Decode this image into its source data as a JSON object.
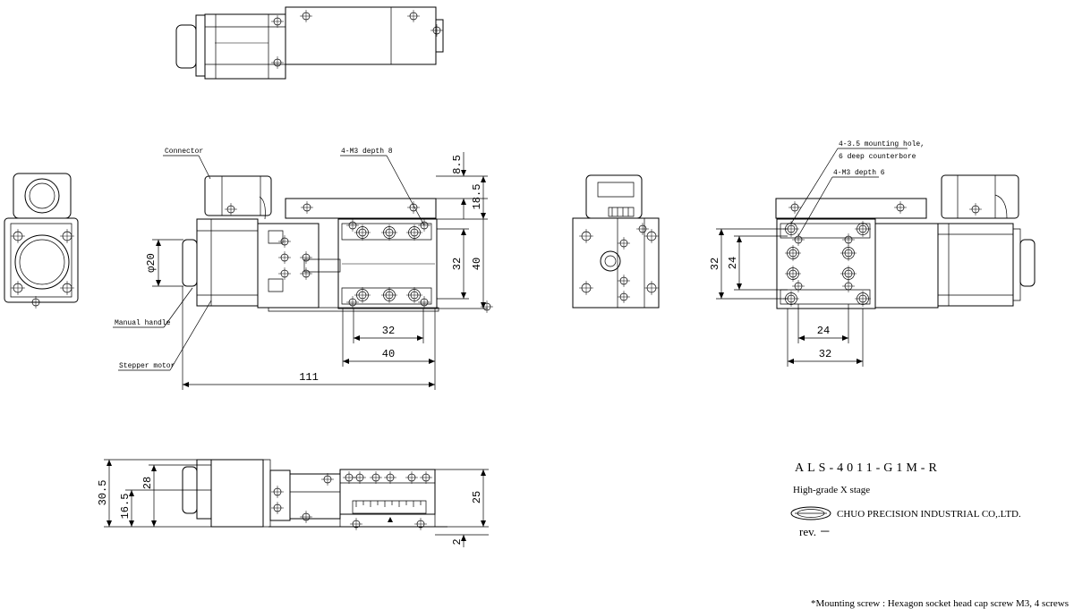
{
  "dimensions": {
    "d_8_5": "8.5",
    "d_18_5": "18.5",
    "d_32_front_v": "32",
    "d_40_front_v": "40",
    "d_32_front_h": "32",
    "d_40_front_h": "40",
    "d_111": "111",
    "d_phi20": "φ20",
    "d_32_rear_v": "32",
    "d_24_rear_v": "24",
    "d_24_rear_h": "24",
    "d_32_rear_h": "32",
    "d_30_5": "30.5",
    "d_28": "28",
    "d_16_5": "16.5",
    "d_25": "25",
    "d_2": "2"
  },
  "labels": {
    "connector": "Connector",
    "manual_handle": "Manual handle",
    "stepper_motor": "Stepper motor",
    "tap_m3_depth8": "4-M3 depth 8",
    "mounting_hole_1": "4-3.5 mounting hole,",
    "mounting_hole_2": "6 deep counterbore",
    "tap_m3_depth6": "4-M3 depth 6"
  },
  "title_block": {
    "model": "ALS-4011-G1M-R",
    "description": "High-grade X stage",
    "company": "CHUO PRECISION INDUSTRIAL CO,.LTD.",
    "revision": "rev. －"
  },
  "note": "*Mounting screw : Hexagon socket head cap screw M3, 4 screws"
}
